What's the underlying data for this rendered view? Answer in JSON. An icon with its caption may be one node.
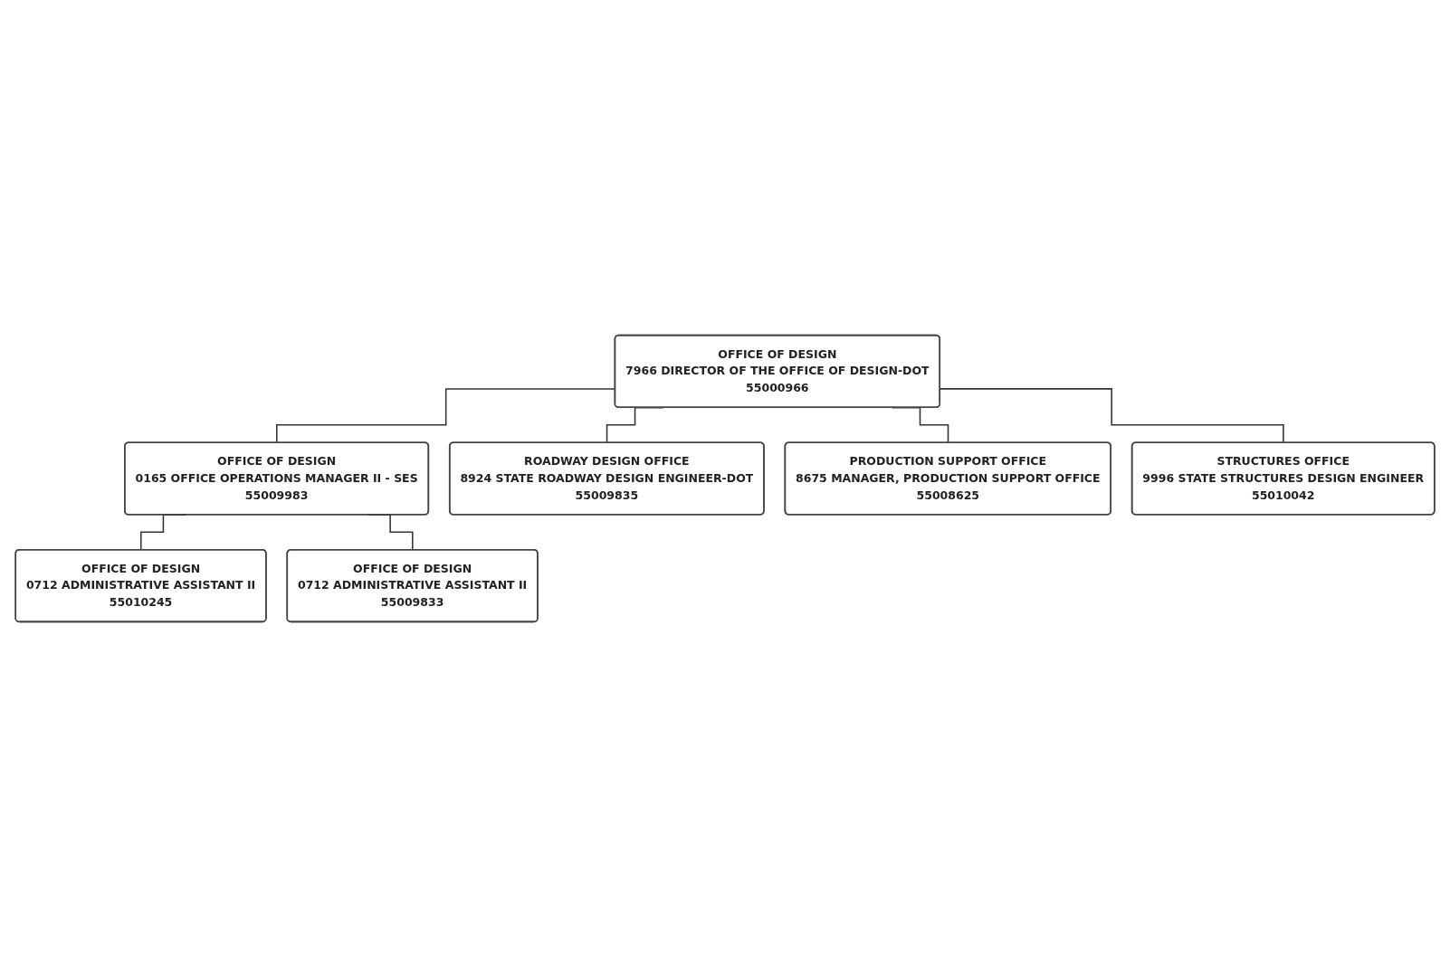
{
  "diagram": {
    "nodes": [
      {
        "text": [
          "OFFICE OF DESIGN",
          "7966 DIRECTOR OF THE OFFICE OF DESIGN-DOT",
          "55000966"
        ]
      },
      {
        "text": [
          "OFFICE OF DESIGN",
          "0165 OFFICE OPERATIONS MANAGER II - SES",
          "55009983"
        ]
      },
      {
        "text": [
          "OFFICE OF DESIGN",
          "0712 ADMINISTRATIVE ASSISTANT II",
          "55010245"
        ]
      },
      {
        "text": [
          "OFFICE OF DESIGN",
          "0712 ADMINISTRATIVE ASSISTANT II",
          "55009833"
        ]
      },
      {
        "text": [
          "ROADWAY DESIGN OFFICE",
          "8924 STATE ROADWAY DESIGN ENGINEER-DOT",
          "55009835"
        ]
      },
      {
        "text": [
          "PRODUCTION SUPPORT OFFICE",
          "8675 MANAGER, PRODUCTION SUPPORT OFFICE",
          "55008625"
        ]
      },
      {
        "text": [
          "STRUCTURES OFFICE",
          "9996 STATE STRUCTURES DESIGN ENGINEER",
          "55010042"
        ]
      }
    ],
    "edges": [
      {
        "from": 0,
        "to": 1,
        "arrow": "none"
      },
      {
        "from": 1,
        "to": 2,
        "arrow": "none"
      },
      {
        "from": 1,
        "to": 3,
        "arrow": "none"
      },
      {
        "from": 0,
        "to": 4,
        "arrow": "none"
      },
      {
        "from": 0,
        "to": 5,
        "arrow": "none"
      },
      {
        "from": 0,
        "to": 6,
        "arrow": "none"
      }
    ]
  }
}
